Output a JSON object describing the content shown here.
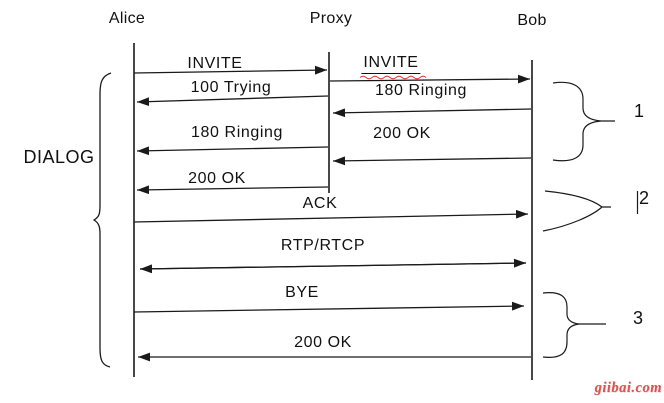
{
  "actors": [
    {
      "name": "Alice"
    },
    {
      "name": "Proxy"
    },
    {
      "name": "Bob"
    }
  ],
  "dialog_label": "DIALOG",
  "messages": [
    {
      "label": "INVITE",
      "from": "Alice",
      "to": "Proxy"
    },
    {
      "label": "INVITE",
      "from": "Proxy",
      "to": "Bob",
      "underlined": true,
      "spellcheck_squiggle": true
    },
    {
      "label": "100 Trying",
      "from": "Proxy",
      "to": "Alice"
    },
    {
      "label": "180 Ringing",
      "from": "Bob",
      "to": "Proxy"
    },
    {
      "label": "180 Ringing",
      "from": "Proxy",
      "to": "Alice"
    },
    {
      "label": "200 OK",
      "from": "Bob",
      "to": "Proxy"
    },
    {
      "label": "200 OK",
      "from": "Proxy",
      "to": "Alice"
    },
    {
      "label": "ACK",
      "from": "Alice",
      "to": "Bob"
    },
    {
      "label": "RTP/RTCP",
      "from": "Alice",
      "to": "Bob",
      "bidirectional": true
    },
    {
      "label": "BYE",
      "from": "Alice",
      "to": "Bob"
    },
    {
      "label": "200 OK",
      "from": "Bob",
      "to": "Alice"
    }
  ],
  "phases": [
    {
      "label": "1"
    },
    {
      "label": "2"
    },
    {
      "label": "3"
    }
  ],
  "watermark": "giibai.com",
  "colors": {
    "line": "#1a1a1a",
    "spellcheck_red": "#e03c31",
    "watermark_red": "#d9534f"
  }
}
